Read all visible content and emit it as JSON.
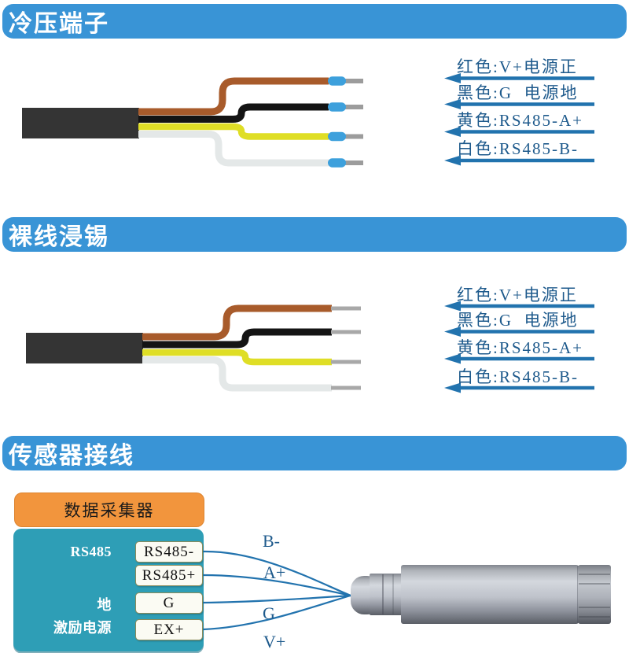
{
  "sections": {
    "cold_terminal": {
      "title": "冷压端子"
    },
    "bare_tinned": {
      "title": "裸线浸锡"
    },
    "sensor_wiring": {
      "title": "传感器接线"
    }
  },
  "wire_legend": [
    {
      "wire": "red",
      "text": "红色:V+电源正"
    },
    {
      "wire": "black",
      "text": "黑色:G  电源地"
    },
    {
      "wire": "yellow",
      "text": "黄色:RS485-A+"
    },
    {
      "wire": "white",
      "text": "白色:RS485-B-"
    }
  ],
  "collector": {
    "title": "数据采集器",
    "port_groups": {
      "rs485": "RS485",
      "ground": "地",
      "excitation": "激励电源"
    },
    "terminals": [
      {
        "label": "RS485-",
        "signal": "B-"
      },
      {
        "label": "RS485+",
        "signal": "A+"
      },
      {
        "label": "G",
        "signal": "G"
      },
      {
        "label": "EX+",
        "signal": "V+"
      }
    ]
  },
  "colors": {
    "banner_blue": "#3994D6",
    "teal": "#2E9EB6",
    "orange": "#F2953D",
    "arrow_blue": "#2273AE",
    "label_blue": "#1E5A8C",
    "wire_brown": "#A85B2B",
    "wire_black": "#141414",
    "wire_yellow": "#DFDE26",
    "wire_white": "#E4E8E8",
    "terminal_blue": "#3DA0DC",
    "cable_jacket": "#343434"
  }
}
